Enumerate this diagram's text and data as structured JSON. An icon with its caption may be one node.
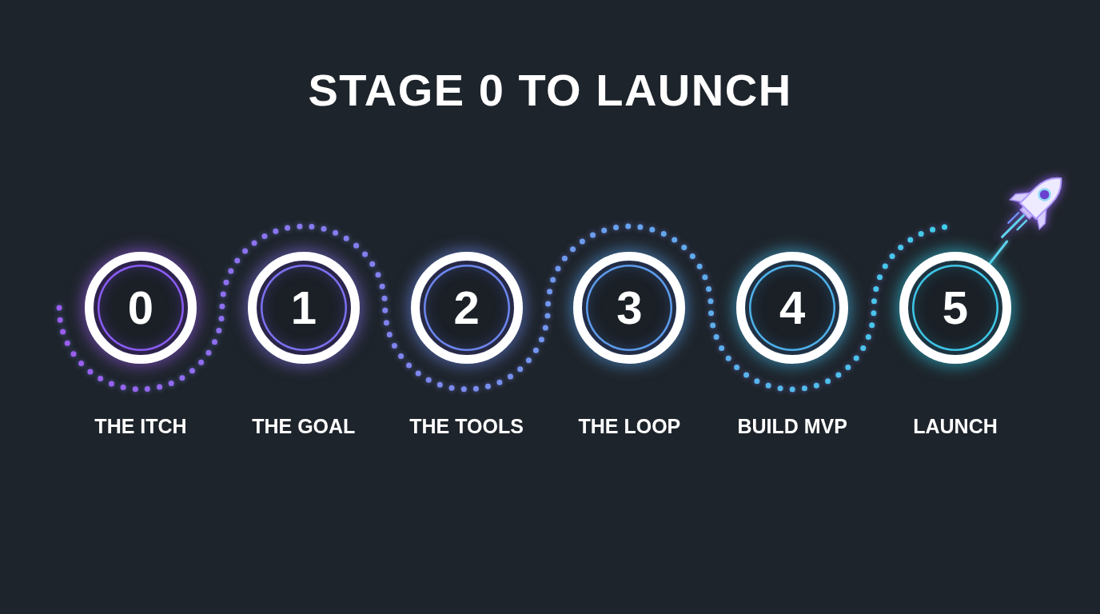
{
  "diagram": {
    "title": "STAGE 0 TO LAUNCH",
    "nodes": [
      {
        "text": [
          "0"
        ],
        "beside": [
          "THE ITCH"
        ]
      },
      {
        "text": [
          "1"
        ],
        "beside": [
          "THE GOAL"
        ]
      },
      {
        "text": [
          "2"
        ],
        "beside": [
          "THE TOOLS"
        ]
      },
      {
        "text": [
          "3"
        ],
        "beside": [
          "THE LOOP"
        ]
      },
      {
        "text": [
          "4"
        ],
        "beside": [
          "BUILD MVP"
        ]
      },
      {
        "text": [
          "5"
        ],
        "beside": [
          "LAUNCH"
        ]
      },
      {
        "text": [],
        "shape": "rocket"
      }
    ],
    "edges": [
      {
        "from": 5,
        "to": 6,
        "arrow": "none"
      }
    ]
  }
}
